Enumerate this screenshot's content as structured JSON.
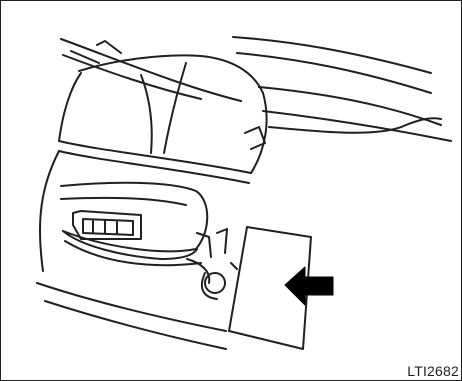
{
  "figure": {
    "code": "LTI2682",
    "line_color": "#231f20",
    "fill_color": "#ffffff",
    "arrow_color": "#000000",
    "arrow_direction": "left",
    "depicts": "seat-and-side-panel-line-illustration"
  }
}
